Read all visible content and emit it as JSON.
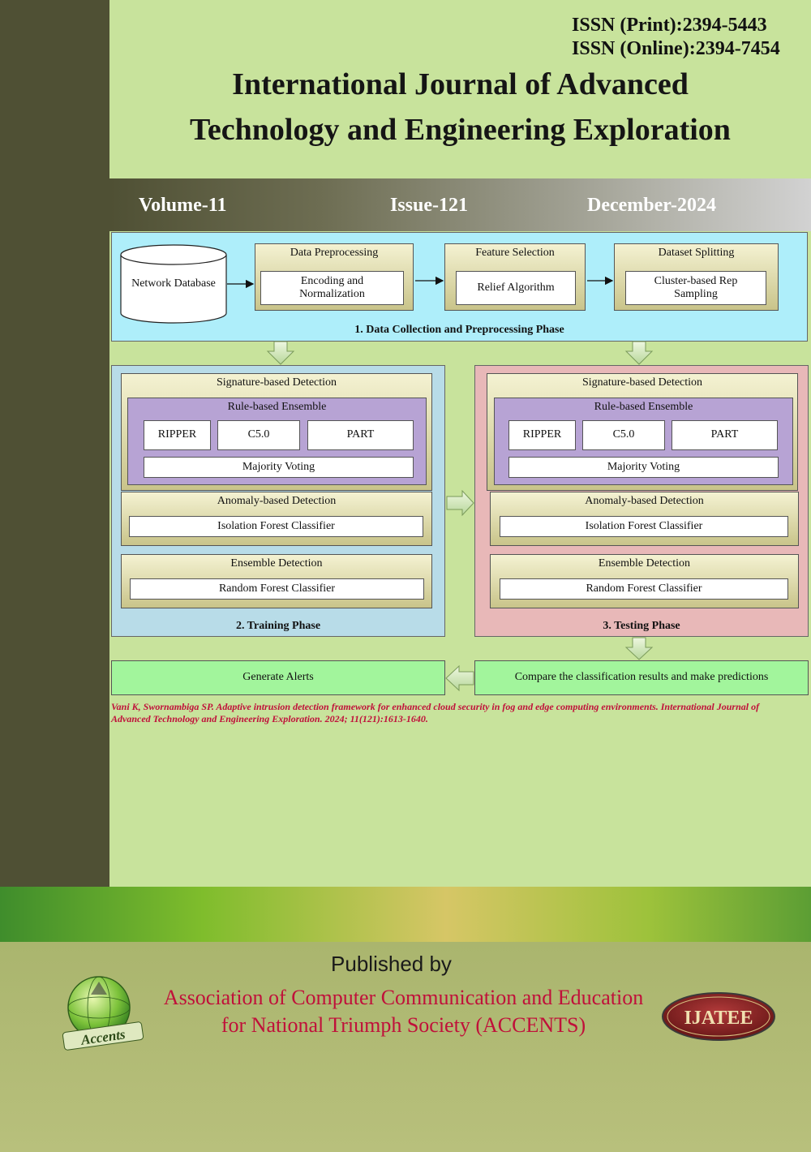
{
  "header": {
    "issn_print": "ISSN (Print):2394-5443",
    "issn_online": "ISSN (Online):2394-7454",
    "title_line1": "International Journal of Advanced",
    "title_line2": "Technology and Engineering Exploration"
  },
  "issue_bar": {
    "volume": "Volume-11",
    "issue": "Issue-121",
    "date": "December-2024"
  },
  "diagram": {
    "phase1": {
      "network_database": "Network Database",
      "data_preprocessing": "Data Preprocessing",
      "encoding": "Encoding and Normalization",
      "feature_selection": "Feature Selection",
      "relief": "Relief Algorithm",
      "dataset_splitting": "Dataset Splitting",
      "cluster": "Cluster-based Rep Sampling",
      "title": "1. Data Collection and Preprocessing Phase"
    },
    "training": {
      "signature": "Signature-based Detection",
      "rule_ensemble": "Rule-based Ensemble",
      "ripper": "RIPPER",
      "c50": "C5.0",
      "part": "PART",
      "majority": "Majority Voting",
      "anomaly": "Anomaly-based Detection",
      "isolation": "Isolation Forest Classifier",
      "ensemble": "Ensemble Detection",
      "random_forest": "Random Forest Classifier",
      "title": "2. Training Phase"
    },
    "testing": {
      "signature": "Signature-based Detection",
      "rule_ensemble": "Rule-based Ensemble",
      "ripper": "RIPPER",
      "c50": "C5.0",
      "part": "PART",
      "majority": "Majority Voting",
      "anomaly": "Anomaly-based Detection",
      "isolation": "Isolation Forest Classifier",
      "ensemble": "Ensemble Detection",
      "random_forest": "Random Forest Classifier",
      "title": "3. Testing Phase"
    },
    "generate_alerts": "Generate Alerts",
    "compare": "Compare the classification results and make predictions"
  },
  "citation": "Vani K, Swornambiga SP. Adaptive intrusion detection framework for enhanced cloud security in fog and edge computing environments. International Journal of Advanced Technology and Engineering Exploration. 2024; 11(121):1613-1640.",
  "footer": {
    "published_by": "Published by",
    "assoc_line1": "Association of Computer Communication and Education",
    "assoc_line2": "for National Triumph Society (ACCENTS)",
    "accents_logo_text": "Accents",
    "ijatee_logo_text": "IJATEE"
  },
  "colors": {
    "sidebar": "#4f5034",
    "page": "#c8e39c",
    "accent_red": "#c0103a",
    "phase1_bg": "#aeeefa",
    "training_bg": "#b8dce8",
    "testing_bg": "#e8b8b8"
  }
}
